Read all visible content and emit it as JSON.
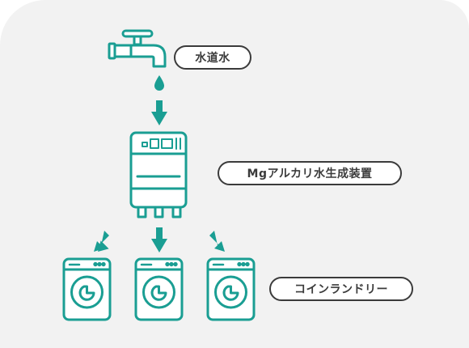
{
  "labels": {
    "tap_water": "水道水",
    "generator": "Mgアルカリ水生成装置",
    "laundry": "コインランドリー"
  },
  "colors": {
    "accent": "#1a9e93",
    "text": "#3b3b3b",
    "background": "#f2f2f2",
    "machine_fill": "#ffffff"
  },
  "icons": [
    "faucet-icon",
    "water-drop-icon",
    "generator-icon",
    "washing-machine-icon",
    "arrow-icon"
  ]
}
